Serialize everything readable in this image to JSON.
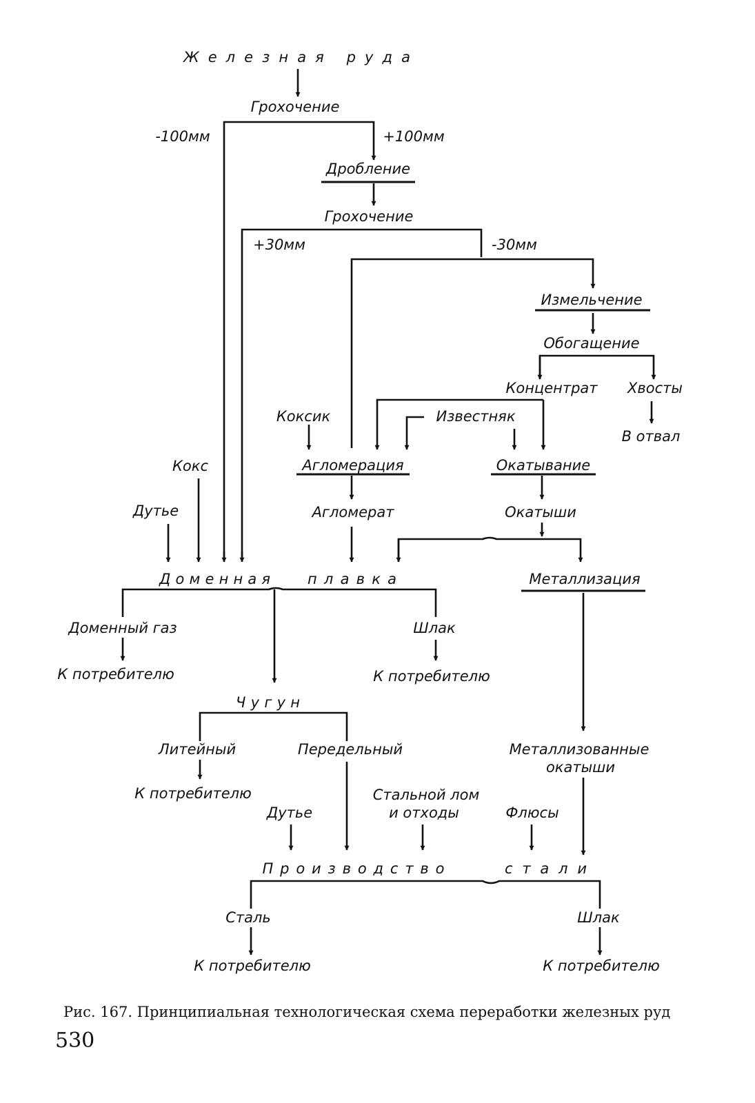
{
  "nodes": {
    "iron_ore": "Железная руда",
    "screening_1": "Грохочение",
    "minus_100": "-100мм",
    "plus_100": "+100мм",
    "crushing": "Дробление",
    "screening_2": "Грохочение",
    "plus_30": "+30мм",
    "minus_30": "-30мм",
    "grinding": "Измельчение",
    "beneficiation": "Обогащение",
    "concentrate": "Концентрат",
    "tailings": "Хвосты",
    "to_dump": "В отвал",
    "coke_breeze": "Коксик",
    "limestone": "Известняк",
    "agglomeration": "Агломерация",
    "pelletizing": "Окатывание",
    "coke": "Кокс",
    "blast": "Дутье",
    "agglomerate": "Агломерат",
    "pellets": "Окатыши",
    "blast_furnace_1": "Доменная",
    "blast_furnace_2": "плавка",
    "metallization": "Металлизация",
    "bf_gas": "Доменный газ",
    "bf_gas_to_consumer": "К потребителю",
    "slag_bf": "Шлак",
    "slag_bf_to_consumer": "К потребителю",
    "pig_iron": "Чугун",
    "foundry": "Литейный",
    "foundry_to_consumer": "К потребителю",
    "conversion": "Передельный",
    "metallized_1": "Металлизованные",
    "metallized_2": "окатыши",
    "steel_scrap_1": "Стальной лом",
    "steel_scrap_2": "и отходы",
    "blast_2": "Дутье",
    "fluxes": "Флюсы",
    "steelmaking_1": "Производство",
    "steelmaking_2": "стали",
    "steel": "Сталь",
    "steel_to_consumer": "К потребителю",
    "slag_steel": "Шлак",
    "slag_steel_to_consumer": "К потребителю"
  },
  "caption": "Рис. 167. Принципиальная технологическая схема переработки железных руд",
  "page_number": "530"
}
